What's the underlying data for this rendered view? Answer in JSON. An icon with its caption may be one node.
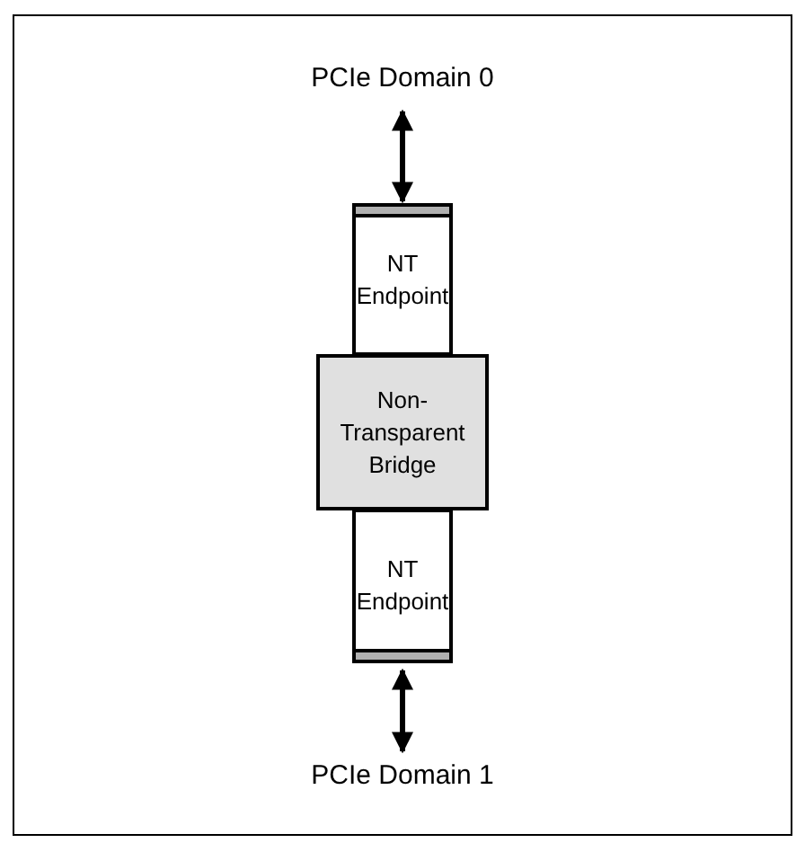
{
  "diagram": {
    "nodes": [
      {
        "text": [
          "PCIe Domain 0"
        ]
      },
      {
        "text": [
          "NT Endpoint"
        ]
      },
      {
        "text": [
          "Non-Transparent Bridge"
        ]
      },
      {
        "text": [
          "NT Endpoint"
        ]
      },
      {
        "text": [
          "PCIe Domain 1"
        ]
      }
    ],
    "edges": [
      {
        "from": 0,
        "to": 1,
        "arrow": "both"
      },
      {
        "from": 3,
        "to": 4,
        "arrow": "both"
      }
    ]
  }
}
